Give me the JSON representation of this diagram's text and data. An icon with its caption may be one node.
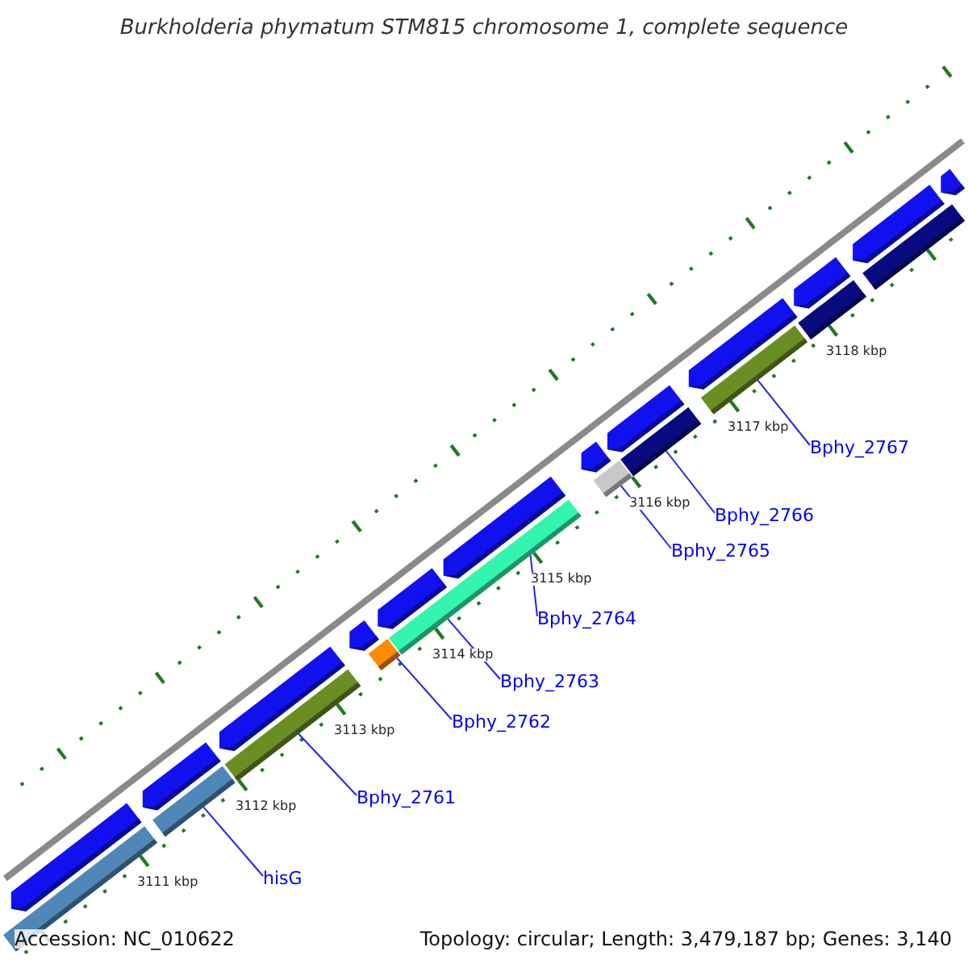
{
  "diagram": {
    "title": "Burkholderia phymatum STM815 chromosome 1, complete sequence",
    "nodes": [
      {
        "text": [],
        "shape": "bar"
      },
      {
        "text": [],
        "shape": "bar"
      },
      {
        "text": [],
        "shape": "bar"
      },
      {
        "text": [],
        "shape": "bar"
      },
      {
        "text": [],
        "shape": "bar"
      },
      {
        "text": [],
        "shape": "bar"
      },
      {
        "text": [],
        "shape": "bar"
      },
      {
        "text": [
          "hisG"
        ]
      },
      {
        "text": [
          "Bphy_2761"
        ]
      },
      {
        "text": [
          "Bphy_2762"
        ]
      },
      {
        "text": [
          "Bphy_2763"
        ]
      },
      {
        "text": [
          "Bphy_2764"
        ]
      },
      {
        "text": [
          "Bphy_2765"
        ]
      },
      {
        "text": [
          "Bphy_2766"
        ]
      },
      {
        "text": [
          "Bphy_2767"
        ]
      }
    ],
    "edges": [
      {
        "from": 7,
        "to": 0,
        "arrow": "none"
      },
      {
        "from": 8,
        "to": 1,
        "arrow": "none"
      },
      {
        "from": 9,
        "to": 2,
        "arrow": "none"
      },
      {
        "from": 10,
        "to": 3,
        "arrow": "none"
      },
      {
        "from": 11,
        "to": 3,
        "arrow": "none"
      },
      {
        "from": 12,
        "to": 4,
        "arrow": "none"
      },
      {
        "from": 13,
        "to": 5,
        "arrow": "none"
      },
      {
        "from": 14,
        "to": 6,
        "arrow": "none"
      }
    ],
    "labels": [
      "3111 kbp",
      "3112 kbp",
      "3113 kbp",
      "3114 kbp",
      "3115 kbp",
      "3116 kbp",
      "3117 kbp",
      "3118 kbp",
      "Accession: NC_010622",
      "Topology: circular; Length: 3,479,187 bp; Genes: 3,140"
    ]
  }
}
